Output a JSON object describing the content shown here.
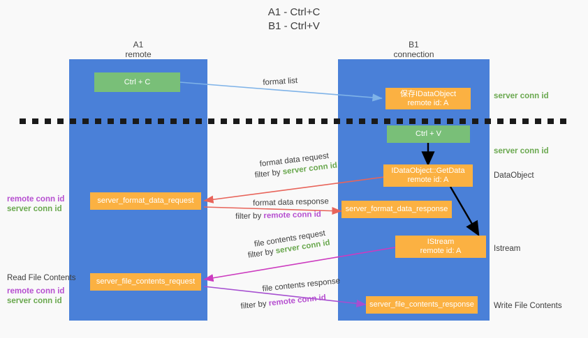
{
  "title": {
    "line1": "A1 - Ctrl+C",
    "line2": "B1 - Ctrl+V"
  },
  "columns": {
    "a": {
      "name": "A1",
      "sub": "remote"
    },
    "b": {
      "name": "B1",
      "sub": "connection"
    }
  },
  "boxes": {
    "ctrl_c": "Ctrl + C",
    "ctrl_v": "Ctrl + V",
    "save_idataobject_l1": "保存IDataObject",
    "save_idataobject_l2": "remote id: A",
    "getdata_l1": "IDataObject::GetData",
    "getdata_l2": "remote id: A",
    "istream_l1": "IStream",
    "istream_l2": "remote id: A",
    "server_format_data_request": "server_format_data_request",
    "server_format_data_response": "server_format_data_response",
    "server_file_contents_request": "server_file_contents_request",
    "server_file_contents_response": "server_file_contents_response"
  },
  "right_labels": {
    "server_conn_id_top": "server conn id",
    "server_conn_id_mid": "server conn id",
    "dataobject": "DataObject",
    "istream": "Istream",
    "write_file_contents": "Write File Contents"
  },
  "left_labels": {
    "format_remote": "remote conn id",
    "format_server": "server conn id",
    "read_file_contents": "Read File Contents",
    "file_remote": "remote conn id",
    "file_server": "server conn id"
  },
  "edges": {
    "format_list": "format list",
    "format_data_request": "format data request",
    "filter_by": "filter by",
    "server_conn_id": "server conn id",
    "remote_conn_id": "remote conn id",
    "format_data_response": "format data response",
    "file_contents_request": "file contents request",
    "file_contents_response": "file contents response"
  },
  "colors": {
    "column_blue": "#4a80d8",
    "box_green": "#79bf78",
    "box_orange": "#fbb142",
    "server_conn_green": "#6aa84f",
    "remote_conn_purple": "#b64fd0",
    "arrow_blue": "#7fb3e8",
    "arrow_red": "#e8645a",
    "arrow_magenta": "#cc3bbf",
    "arrow_purple": "#a64fd0",
    "arrow_black": "#000000",
    "divider_black": "#1a1a1a",
    "background": "#f9f9f9"
  }
}
